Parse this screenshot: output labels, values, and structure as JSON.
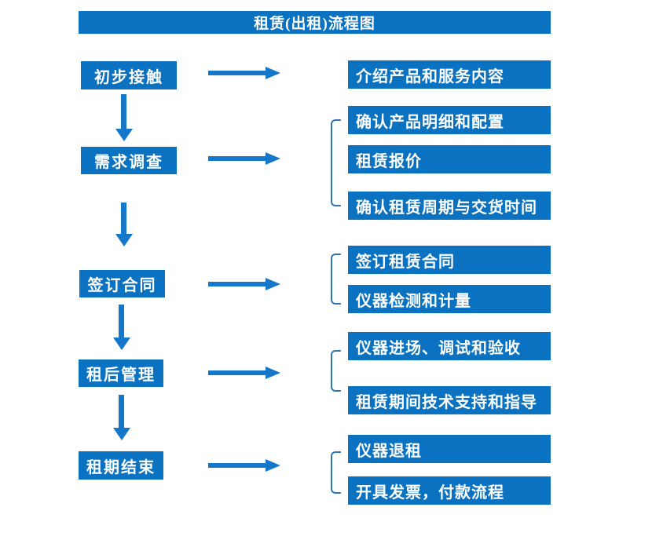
{
  "title": "租赁(出租)流程图",
  "colors": {
    "box_fill": "#0a72c0",
    "arrow": "#1577c9",
    "bracket": "#2e75b6",
    "text": "#ffffff",
    "background": "#ffffff"
  },
  "flow": {
    "steps": [
      {
        "label": "初步接触",
        "outputs": [
          "介绍产品和服务内容"
        ]
      },
      {
        "label": "需求调查",
        "outputs": [
          "确认产品明细和配置",
          "租赁报价",
          "确认租赁周期与交货时间"
        ]
      },
      {
        "label": "签订合同",
        "outputs": [
          "签订租赁合同",
          "仪器检测和计量"
        ]
      },
      {
        "label": "租后管理",
        "outputs": [
          "仪器进场、调试和验收",
          "租赁期间技术支持和指导"
        ]
      },
      {
        "label": "租期结束",
        "outputs": [
          "仪器退租",
          "开具发票，付款流程"
        ]
      }
    ]
  }
}
